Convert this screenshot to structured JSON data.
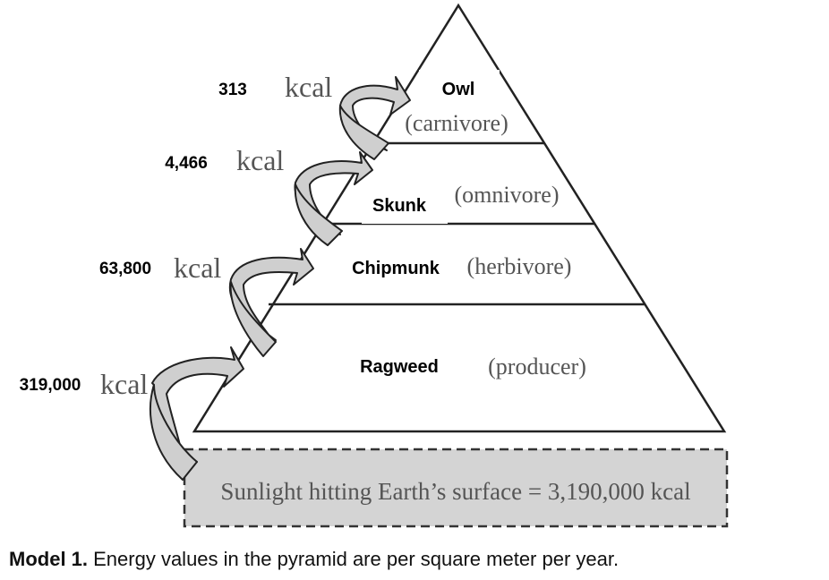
{
  "levels": [
    {
      "organism": "Owl",
      "role": "(carnivore)",
      "energy": "313",
      "unit": "kcal"
    },
    {
      "organism": "Skunk",
      "role": "(omnivore)",
      "energy": "4,466",
      "unit": "kcal"
    },
    {
      "organism": "Chipmunk",
      "role": "(herbivore)",
      "energy": "63,800",
      "unit": "kcal"
    },
    {
      "organism": "Ragweed",
      "role": "(producer)",
      "energy": "319,000",
      "unit": "kcal"
    }
  ],
  "sunlight": "Sunlight hitting Earth’s surface = 3,190,000 kcal",
  "caption": {
    "label": "Model 1.",
    "text": " Energy values in the pyramid are per square meter per year."
  },
  "colors": {
    "arrow_fill": "#cfcfcf",
    "sunlight_box": "#d4d4d4",
    "outline": "#222222"
  }
}
